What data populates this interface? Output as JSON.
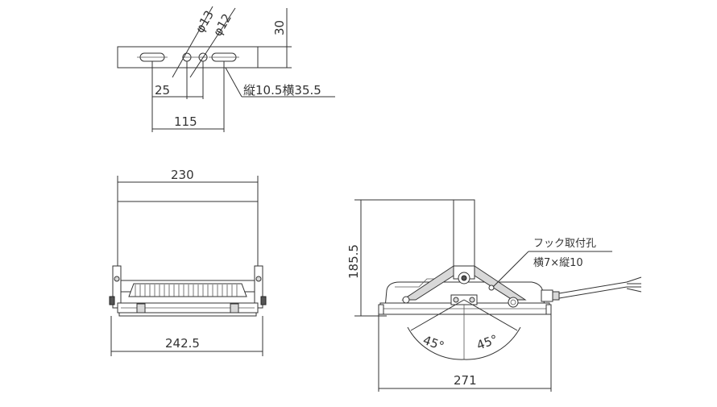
{
  "bracket_view": {
    "hole_dia_a": "φ13",
    "hole_dia_b": "φ12",
    "height": "30",
    "pitch_small": "25",
    "slot_note": "縦10.5横35.5",
    "pitch_large": "115"
  },
  "front_view": {
    "top_width": "230",
    "bottom_width": "242.5"
  },
  "side_view": {
    "height": "185.5",
    "hook_note_line1": "フック取付孔",
    "hook_note_line2": "横7×縦10",
    "angle_left": "45°",
    "angle_right": "45°",
    "width": "271"
  }
}
